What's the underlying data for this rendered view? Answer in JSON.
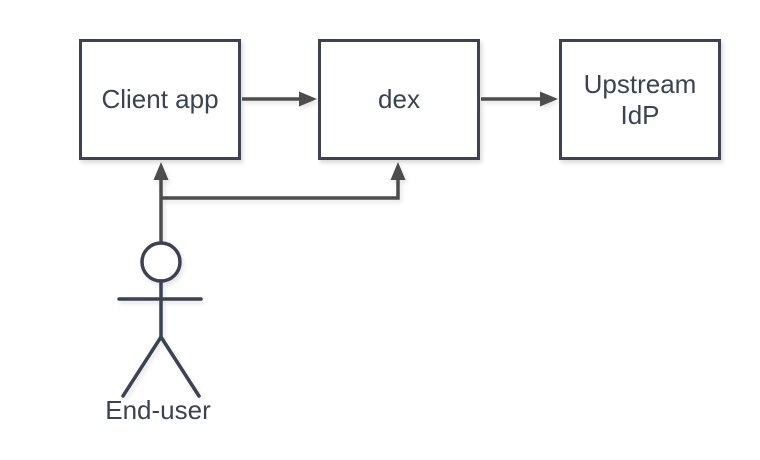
{
  "diagram": {
    "nodes": [
      {
        "id": "client-app",
        "label": "Client app"
      },
      {
        "id": "dex",
        "label": "dex"
      },
      {
        "id": "upstream-idp",
        "label": "Upstream\nIdP"
      }
    ],
    "actor": {
      "label": "End-user"
    },
    "edges": [
      {
        "from": "Client app",
        "to": "dex"
      },
      {
        "from": "dex",
        "to": "Upstream IdP"
      },
      {
        "from": "End-user",
        "to": "Client app"
      },
      {
        "from": "End-user",
        "to": "dex"
      }
    ],
    "colors": {
      "background": "#ffffff",
      "node_fill": "#ffffff",
      "node_stroke": "#3a4350",
      "text": "#3a4350",
      "connector": "#4d4d4d"
    }
  }
}
